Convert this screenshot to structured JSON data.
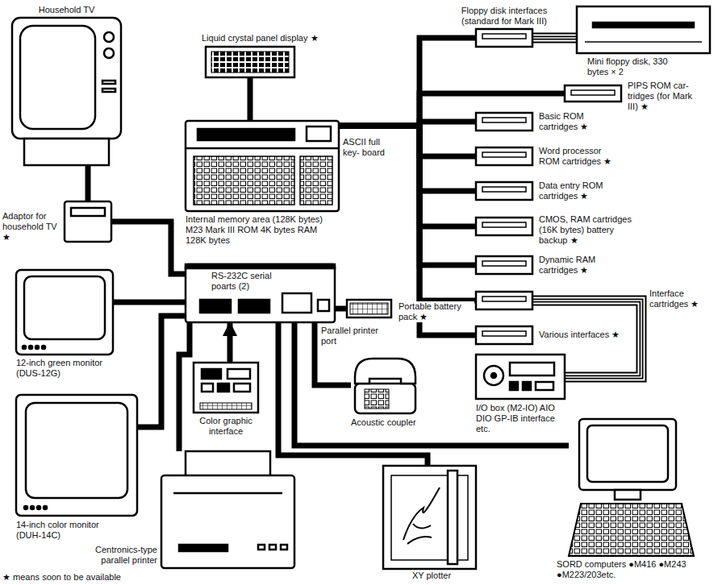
{
  "diagram": {
    "nodes": [
      {
        "text": [
          "Household TV"
        ]
      },
      {
        "text": [
          "Liquid crystal panel display ★"
        ]
      },
      {
        "text": [
          "Floppy disk interfaces (standard for Mark III)"
        ]
      },
      {
        "text": [
          "Mini floppy disk, 330 bytes × 2"
        ]
      },
      {
        "text": [
          "PIPS ROM car- tridges (for Mark III) ★"
        ]
      },
      {
        "text": [
          "Adaptor for household TV ★"
        ]
      },
      {
        "text": [
          "ASCII full key- board",
          "Internal memory area (128K bytes) M23 Mark III ROM 4K bytes RAM 128K bytes"
        ]
      },
      {
        "text": [
          "Basic ROM cartridges ★"
        ]
      },
      {
        "text": [
          "Word processor ROM cartridges ★"
        ]
      },
      {
        "text": [
          "Data entry ROM cartridges ★"
        ]
      },
      {
        "text": [
          "CMOS, RAM cartridges (16K bytes) battery backup ★"
        ]
      },
      {
        "text": [
          "Dynamic RAM cartridges ★"
        ]
      },
      {
        "text": [
          "12-inch green monitor (DUS-12G)"
        ]
      },
      {
        "text": [
          "RS-232C serial poarts (2)"
        ]
      },
      {
        "text": [
          "Interface cartridges ★"
        ]
      },
      {
        "text": [
          "Various interfaces ★"
        ]
      },
      {
        "text": [
          "Portable battery pack ★"
        ]
      },
      {
        "text": [
          "Color graphic interface"
        ]
      },
      {
        "text": [
          "Acoustic coupler"
        ]
      },
      {
        "text": [
          "I/O box (M2-IO) AIO DIO GP-IB interface etc."
        ]
      },
      {
        "text": [
          "14-inch color monitor (DUH-14C)"
        ]
      },
      {
        "text": [
          "Centronics-type parallel printer"
        ]
      },
      {
        "text": [
          "XY plotter"
        ]
      },
      {
        "text": [
          "SORD computers ●M416 ●M243 ●M223/203etc."
        ]
      }
    ],
    "edges": [
      {
        "from": 0,
        "to": 5,
        "arrow": "none"
      },
      {
        "from": 1,
        "to": 6,
        "arrow": "none"
      },
      {
        "from": 6,
        "to": 2,
        "arrow": "none"
      },
      {
        "from": 6,
        "to": 4,
        "arrow": "none"
      },
      {
        "from": 6,
        "to": 7,
        "arrow": "none"
      },
      {
        "from": 6,
        "to": 8,
        "arrow": "none"
      },
      {
        "from": 6,
        "to": 9,
        "arrow": "none"
      },
      {
        "from": 6,
        "to": 10,
        "arrow": "none"
      },
      {
        "from": 6,
        "to": 11,
        "arrow": "none"
      },
      {
        "from": 6,
        "to": 14,
        "arrow": "none"
      },
      {
        "from": 6,
        "to": 15,
        "arrow": "none"
      },
      {
        "from": 2,
        "to": 3,
        "arrow": "none"
      },
      {
        "from": 14,
        "to": 19,
        "arrow": "none"
      },
      {
        "from": 5,
        "to": 13,
        "arrow": "none"
      },
      {
        "from": 12,
        "to": 13,
        "arrow": "none"
      },
      {
        "from": 20,
        "to": 13,
        "arrow": "none"
      },
      {
        "from": 17,
        "to": 13,
        "arrow": "to"
      },
      {
        "from": 13,
        "to": 21,
        "arrow": "none"
      },
      {
        "from": 13,
        "to": 16,
        "arrow": "none"
      },
      {
        "from": 13,
        "to": 18,
        "arrow": "none"
      },
      {
        "from": 13,
        "to": 22,
        "arrow": "none"
      },
      {
        "from": 13,
        "to": 23,
        "arrow": "none"
      }
    ],
    "labels": [
      "Parallel printer port",
      "★ means soon to be available"
    ]
  }
}
